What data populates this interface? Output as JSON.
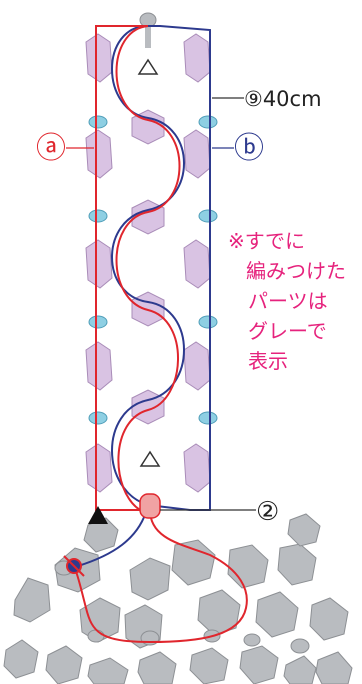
{
  "labels": {
    "strand_a": "ⓐ",
    "strand_b": "ⓑ",
    "cord": "⑨40cm",
    "step": "②"
  },
  "note": {
    "lines": [
      "※すでに",
      "編みつけた",
      "パーツは",
      "グレーで",
      "表示"
    ]
  },
  "colors": {
    "strand_a": "#e0262d",
    "strand_b": "#2d3a8e",
    "note": "#e6237d",
    "bead_purple": "#d9c3e3",
    "bead_blue": "#8ecfe3",
    "bead_gray": "#b9bcc0",
    "bead_red": "#f0a3a3"
  }
}
